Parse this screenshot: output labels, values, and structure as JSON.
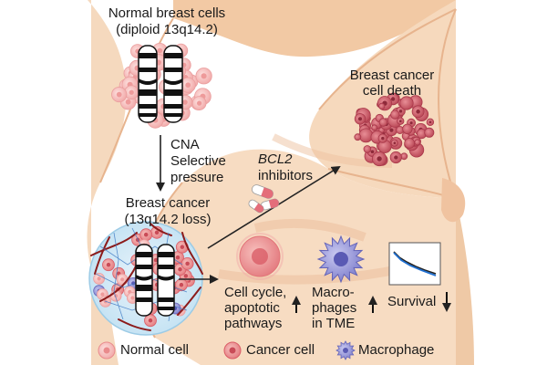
{
  "normal": {
    "title": "Normal breast cells",
    "subtitle": "(diploid 13q14.2)"
  },
  "process": {
    "line1": "CNA",
    "line2": "Selective",
    "line3": "pressure"
  },
  "cancer": {
    "title": "Breast cancer",
    "subtitle": "(13q14.2 loss)"
  },
  "drug": {
    "gene": "BCL2",
    "label": "inhibitors"
  },
  "outcome": {
    "line1": "Breast cancer",
    "line2": "cell death"
  },
  "effects": {
    "cellcycle_line1": "Cell cycle,",
    "cellcycle_line2": "apoptotic",
    "cellcycle_line3": "pathways",
    "macro_line1": "Macro-",
    "macro_line2": "phages",
    "macro_line3": "in TME",
    "survival": "Survival"
  },
  "legend": {
    "normal": "Normal cell",
    "cancer": "Cancer cell",
    "macrophage": "Macrophage"
  },
  "colors": {
    "tissue": "#f5d4b6",
    "tissue_edge": "#e7b48e",
    "normal_cell": "#f6b8b6",
    "cancer_cell": "#e98b8c",
    "death_cell": "#c65662",
    "macrophage": "#8f8fd6",
    "vessel": "#8c1b1b",
    "arrow": "#222222"
  }
}
